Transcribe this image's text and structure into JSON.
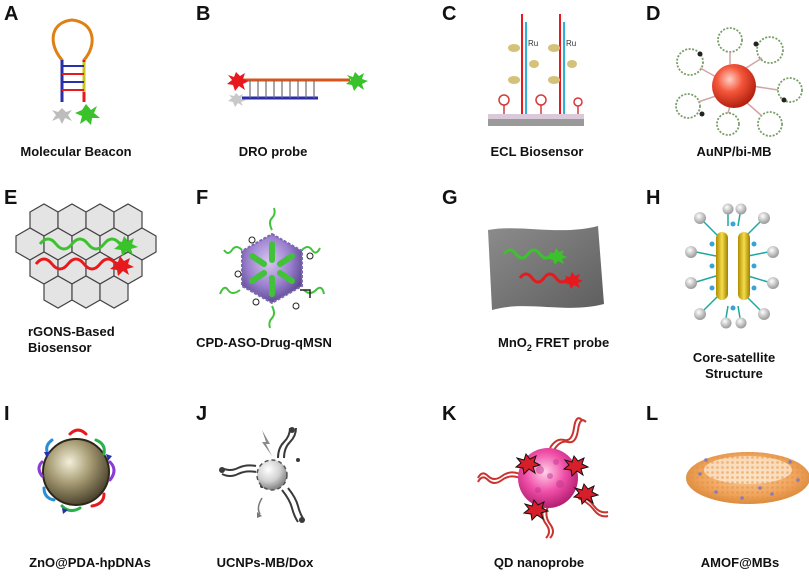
{
  "panels": [
    {
      "letter": "A",
      "caption": "Molecular Beacon"
    },
    {
      "letter": "B",
      "caption": "DRO probe"
    },
    {
      "letter": "C",
      "caption": "ECL Biosensor"
    },
    {
      "letter": "D",
      "caption": "AuNP/bi-MB"
    },
    {
      "letter": "E",
      "caption_line1": "rGONS-Based",
      "caption_line2": "Biosensor"
    },
    {
      "letter": "F",
      "caption": "CPD-ASO-Drug-qMSN"
    },
    {
      "letter": "G",
      "caption_main": "MnO",
      "caption_sub": "2",
      "caption_rest": " FRET probe"
    },
    {
      "letter": "H",
      "caption_line1": "Core-satellite",
      "caption_line2": "Structure"
    },
    {
      "letter": "I",
      "caption": "ZnO@PDA-hpDNAs"
    },
    {
      "letter": "J",
      "caption": "UCNPs-MB/Dox"
    },
    {
      "letter": "K",
      "caption": "QD nanoprobe"
    },
    {
      "letter": "L",
      "caption": "AMOF@MBs"
    }
  ],
  "colors": {
    "text": "#111111",
    "red": "#e8191d",
    "green": "#3bc22e",
    "blue": "#2a2ea8",
    "orange": "#e07f13",
    "gold": "#c9a51a",
    "gray": "#9a9a9a"
  }
}
